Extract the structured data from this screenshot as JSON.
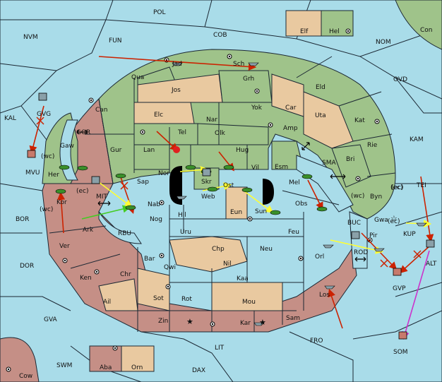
{
  "colors": {
    "sea": "#a9dce9",
    "green": "#9fc38a",
    "tan": "#e9c9a0",
    "rose": "#c58f86",
    "move_red": "#cc2200",
    "support_yellow": "#ffff33",
    "convoy_green": "#44cc22",
    "retreat_magenta": "#cc33cc"
  },
  "labels": {
    "POL": "POL",
    "NVM": "NVM",
    "FUN": "FUN",
    "COB": "COB",
    "NOM": "NOM",
    "Con": "Con",
    "Elf": "Elf",
    "Hel": "Hel",
    "OVD": "OVD",
    "KAL": "KAL",
    "GVG": "GVG",
    "GOR": "GOR",
    "MVU": "MVU",
    "wc1": "(wc)",
    "Jad": "Jad",
    "Sch": "Sch",
    "Qua": "Qua",
    "Jos": "Jos",
    "Grh": "Grh",
    "Eld": "Eld",
    "Can": "Can",
    "Elc": "Elc",
    "Nar": "Nar",
    "Yok": "Yok",
    "Car": "Car",
    "Uta": "Uta",
    "Kat": "Kat",
    "KAM": "KAM",
    "Gaw": "Gaw",
    "Tel": "Tel",
    "Olk": "Olk",
    "Amp": "Amp",
    "Gur": "Gur",
    "Lan": "Lan",
    "Hug": "Hug",
    "Rie": "Rie",
    "Her": "Her",
    "Bri": "Bri",
    "SMA": "SMA",
    "Esm": "Esm",
    "Vil": "Vil",
    "Nor": "Nor",
    "Skr": "Skr",
    "Sap": "Sap",
    "ec1": "(ec)",
    "MIT": "MIT",
    "Ost": "Ost",
    "Mel": "Mel",
    "TEI": "TEI",
    "ec2": "(ec)",
    "Web": "Web",
    "wc2": "(wc)",
    "Byn": "Byn",
    "ec3": "(ec)",
    "Kor": "Kor",
    "wc3": "(wc)",
    "Nab": "Nab",
    "Eun": "Eun",
    "Sun": "Sun",
    "Obs": "Obs",
    "Gwa": "Gwa",
    "BOR": "BOR",
    "Hil": "Hil",
    "BUC": "BUC",
    "ec4": "(ec)",
    "KUP": "KUP",
    "Ark": "Ark",
    "RBU": "RBU",
    "Nog": "Nog",
    "Uru": "Uru",
    "Feu": "Feu",
    "Pir": "Pir",
    "Ver": "Ver",
    "Chp": "Chp",
    "Neu": "Neu",
    "ROD": "ROD",
    "ALT": "ALT",
    "Bar": "Bar",
    "Orl": "Orl",
    "DOR": "DOR",
    "Qwi": "Qwi",
    "Nil": "Nil",
    "GVP": "GVP",
    "Ken": "Ken",
    "Chr": "Chr",
    "Kaa": "Kaa",
    "Sot": "Sot",
    "Rot": "Rot",
    "Los": "Los",
    "Ail": "Ail",
    "Mou": "Mou",
    "GVA": "GVA",
    "Sam": "Sam",
    "Zin": "Zin",
    "Kar": "Kar",
    "FRO": "FRO",
    "LIT": "LIT",
    "SOM": "SOM",
    "SWM": "SWM",
    "Aba": "Aba",
    "Orn": "Orn",
    "DAX": "DAX",
    "Cow": "Cow"
  }
}
